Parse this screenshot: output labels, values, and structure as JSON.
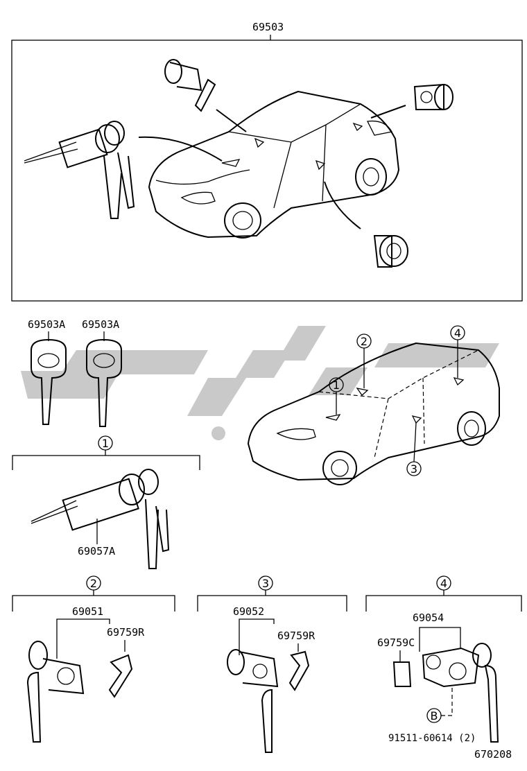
{
  "group_labels": {
    "assembly": "69503",
    "key_left": "69503A",
    "key_right": "69503A",
    "ignition_cylinder": "69057A",
    "front_door_lock": "69051",
    "front_door_retainer": "69759R",
    "rear_door_lock": "69052",
    "rear_door_retainer": "69759R",
    "back_door_lock": "69054",
    "back_door_retainer": "69759C",
    "screw": "91511-60614 (2)",
    "diagram_code": "670208"
  },
  "callouts": {
    "c1": "1",
    "c2": "2",
    "c3": "3",
    "c4": "4",
    "ref_b": "B"
  },
  "watermark_color": "#c9c9c9"
}
